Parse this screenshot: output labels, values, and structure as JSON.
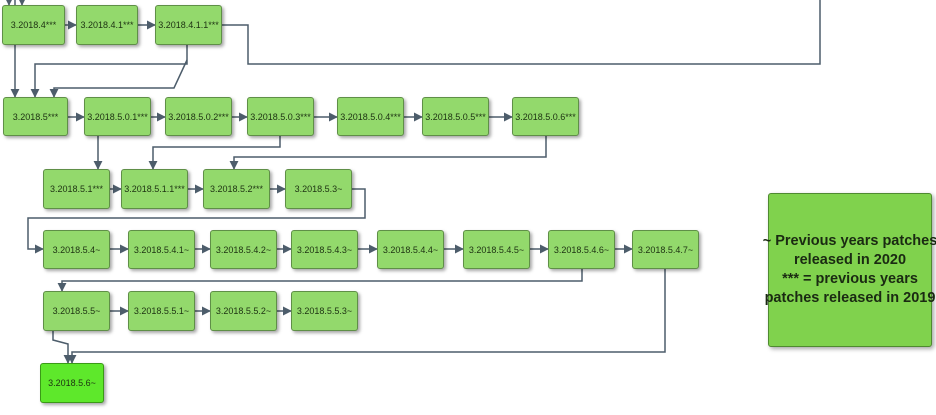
{
  "colors": {
    "node_fill": "#93d96c",
    "latest_fill": "#5ee82b",
    "legend_fill": "#80d24d",
    "connector": "#4d5d6b"
  },
  "nodes": [
    {
      "id": "3.2018.4",
      "label": "3.2018.4***"
    },
    {
      "id": "3.2018.4.1",
      "label": "3.2018.4.1***"
    },
    {
      "id": "3.2018.4.1.1",
      "label": "3.2018.4.1.1***"
    },
    {
      "id": "3.2018.5",
      "label": "3.2018.5***"
    },
    {
      "id": "3.2018.5.0.1",
      "label": "3.2018.5.0.1***"
    },
    {
      "id": "3.2018.5.0.2",
      "label": "3.2018.5.0.2***"
    },
    {
      "id": "3.2018.5.0.3",
      "label": "3.2018.5.0.3***"
    },
    {
      "id": "3.2018.5.0.4",
      "label": "3.2018.5.0.4***"
    },
    {
      "id": "3.2018.5.0.5",
      "label": "3.2018.5.0.5***"
    },
    {
      "id": "3.2018.5.0.6",
      "label": "3.2018.5.0.6***"
    },
    {
      "id": "3.2018.5.1",
      "label": "3.2018.5.1***"
    },
    {
      "id": "3.2018.5.1.1",
      "label": "3.2018.5.1.1***"
    },
    {
      "id": "3.2018.5.2",
      "label": "3.2018.5.2***"
    },
    {
      "id": "3.2018.5.3",
      "label": "3.2018.5.3~"
    },
    {
      "id": "3.2018.5.4",
      "label": "3.2018.5.4~"
    },
    {
      "id": "3.2018.5.4.1",
      "label": "3.2018.5.4.1~"
    },
    {
      "id": "3.2018.5.4.2",
      "label": "3.2018.5.4.2~"
    },
    {
      "id": "3.2018.5.4.3",
      "label": "3.2018.5.4.3~"
    },
    {
      "id": "3.2018.5.4.4",
      "label": "3.2018.5.4.4~"
    },
    {
      "id": "3.2018.5.4.5",
      "label": "3.2018.5.4.5~"
    },
    {
      "id": "3.2018.5.4.6",
      "label": "3.2018.5.4.6~"
    },
    {
      "id": "3.2018.5.4.7",
      "label": "3.2018.5.4.7~"
    },
    {
      "id": "3.2018.5.5",
      "label": "3.2018.5.5~"
    },
    {
      "id": "3.2018.5.5.1",
      "label": "3.2018.5.5.1~"
    },
    {
      "id": "3.2018.5.5.2",
      "label": "3.2018.5.5.2~"
    },
    {
      "id": "3.2018.5.5.3",
      "label": "3.2018.5.5.3~"
    },
    {
      "id": "3.2018.5.6",
      "label": "3.2018.5.6~",
      "latest": true
    }
  ],
  "edges": [
    [
      "3.2018.4",
      "3.2018.4.1"
    ],
    [
      "3.2018.4.1",
      "3.2018.4.1.1"
    ],
    [
      "3.2018.4",
      "3.2018.5"
    ],
    [
      "3.2018.4.1.1",
      "3.2018.5"
    ],
    [
      "3.2018.4.1.1",
      "3.2018.5"
    ],
    [
      "3.2018.5",
      "3.2018.5.0.1"
    ],
    [
      "3.2018.5.0.1",
      "3.2018.5.0.2"
    ],
    [
      "3.2018.5.0.2",
      "3.2018.5.0.3"
    ],
    [
      "3.2018.5.0.3",
      "3.2018.5.0.4"
    ],
    [
      "3.2018.5.0.4",
      "3.2018.5.0.5"
    ],
    [
      "3.2018.5.0.5",
      "3.2018.5.0.6"
    ],
    [
      "3.2018.5.0.1",
      "3.2018.5.1"
    ],
    [
      "3.2018.5.0.3",
      "3.2018.5.1.1"
    ],
    [
      "3.2018.5.0.6",
      "3.2018.5.2"
    ],
    [
      "3.2018.5.1",
      "3.2018.5.1.1"
    ],
    [
      "3.2018.5.1.1",
      "3.2018.5.2"
    ],
    [
      "3.2018.5.2",
      "3.2018.5.3"
    ],
    [
      "3.2018.5.3",
      "3.2018.5.4"
    ],
    [
      "3.2018.5.4",
      "3.2018.5.4.1"
    ],
    [
      "3.2018.5.4.1",
      "3.2018.5.4.2"
    ],
    [
      "3.2018.5.4.2",
      "3.2018.5.4.3"
    ],
    [
      "3.2018.5.4.3",
      "3.2018.5.4.4"
    ],
    [
      "3.2018.5.4.4",
      "3.2018.5.4.5"
    ],
    [
      "3.2018.5.4.5",
      "3.2018.5.4.6"
    ],
    [
      "3.2018.5.4.6",
      "3.2018.5.4.7"
    ],
    [
      "3.2018.5.4.6",
      "3.2018.5.5"
    ],
    [
      "3.2018.5.5",
      "3.2018.5.5.1"
    ],
    [
      "3.2018.5.5.1",
      "3.2018.5.5.2"
    ],
    [
      "3.2018.5.5.2",
      "3.2018.5.5.3"
    ],
    [
      "3.2018.5.4.7",
      "3.2018.5.6"
    ],
    [
      "3.2018.5.5",
      "3.2018.5.6"
    ]
  ],
  "legend": {
    "line1": "~ Previous years patches",
    "line2": "released in 2020",
    "line3": "*** = previous years",
    "line4": "patches released in 2019"
  }
}
